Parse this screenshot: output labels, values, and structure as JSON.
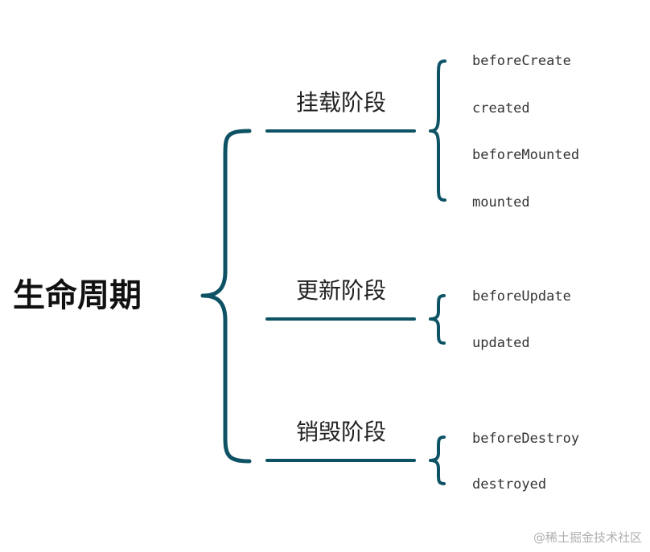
{
  "colors": {
    "line": "#0e5365",
    "root_text": "#111111",
    "phase_text": "#222222",
    "hook_text": "#333333",
    "watermark": "#b0b0b0"
  },
  "root": {
    "label": "生命周期"
  },
  "phases": [
    {
      "label": "挂载阶段",
      "hooks": [
        "beforeCreate",
        "created",
        "beforeMounted",
        "mounted"
      ]
    },
    {
      "label": "更新阶段",
      "hooks": [
        "beforeUpdate",
        "updated"
      ]
    },
    {
      "label": "销毁阶段",
      "hooks": [
        "beforeDestroy",
        "destroyed"
      ]
    }
  ],
  "watermark": "@稀土掘金技术社区"
}
